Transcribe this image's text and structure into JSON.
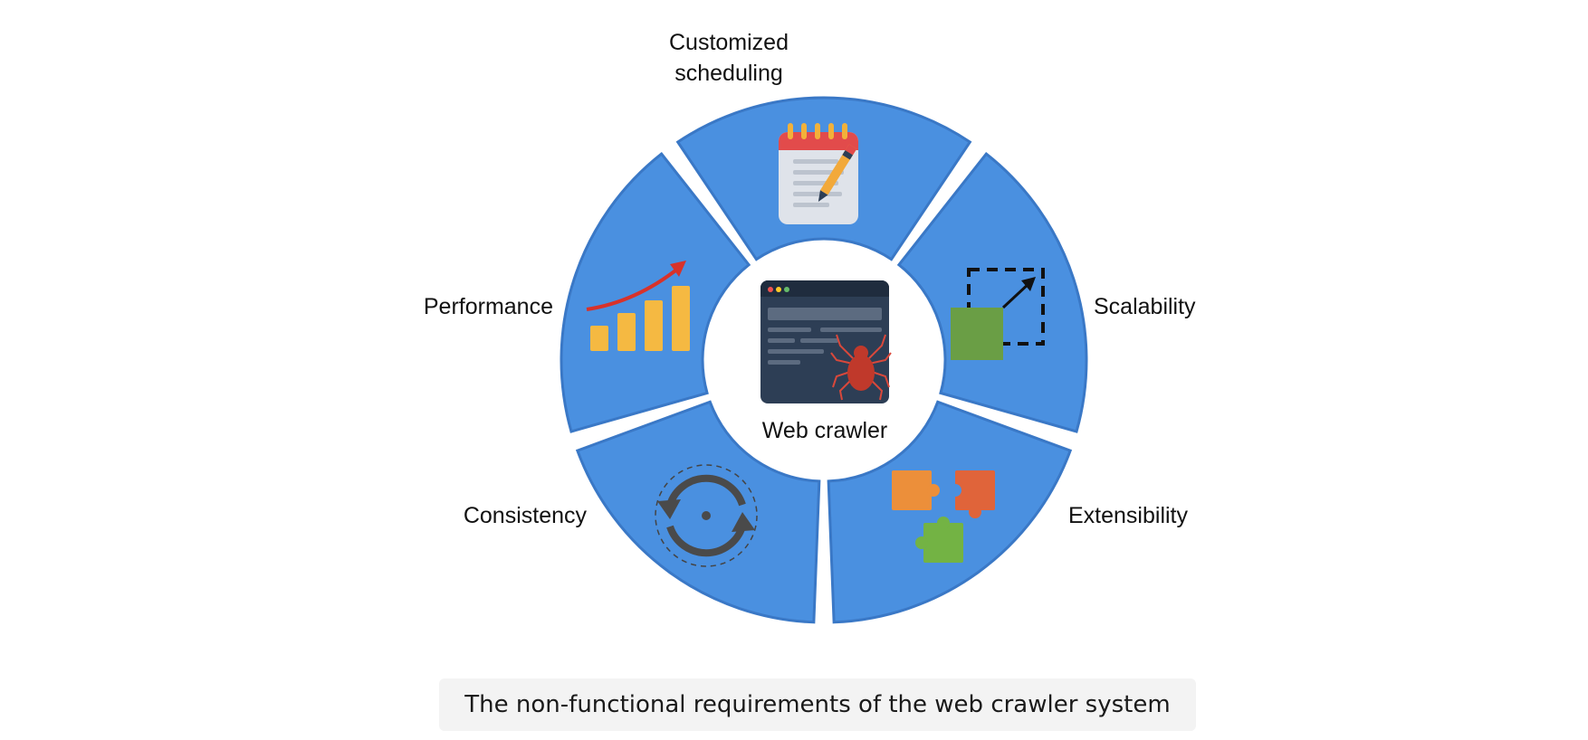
{
  "center": {
    "label": "Web crawler",
    "icon": "browser-spider-icon"
  },
  "segments": [
    {
      "id": "scheduling",
      "label": "Customized scheduling",
      "icon": "notepad-pencil-icon"
    },
    {
      "id": "scalability",
      "label": "Scalability",
      "icon": "resize-square-icon"
    },
    {
      "id": "extensibility",
      "label": "Extensibility",
      "icon": "puzzle-pieces-icon"
    },
    {
      "id": "consistency",
      "label": "Consistency",
      "icon": "refresh-cycle-icon"
    },
    {
      "id": "performance",
      "label": "Performance",
      "icon": "growth-chart-icon"
    }
  ],
  "caption": "The non-functional requirements of the web crawler system",
  "colors": {
    "segment": "#4a90e0",
    "segment_edge": "#3a78c6",
    "background": "#ffffff",
    "caption_bg": "#f3f3f3"
  }
}
